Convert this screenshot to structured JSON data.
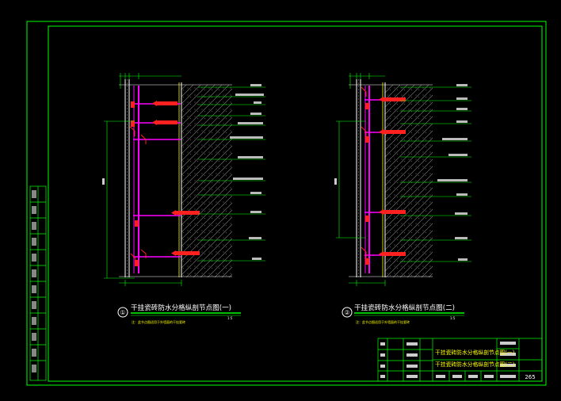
{
  "drawing": {
    "colors": {
      "frame": "#00ff00",
      "background": "#000000",
      "wall": "#ffffff",
      "bracket": "#ff00ff",
      "anchor": "#ff2020",
      "hatch": "#9a9a9a",
      "dimension": "#00ff00",
      "title_text": "#ffffff",
      "annotation": "#ffff00"
    },
    "detail_1": {
      "marker": "①",
      "title": "干挂瓷砖防水分格纵剖节点图(一)",
      "scale": "1:5",
      "note": "注：此节点图适用于外墙面的干挂瓷砖"
    },
    "detail_2": {
      "marker": "②",
      "title": "干挂瓷砖防水分格纵剖节点图(二)",
      "scale": "1:5",
      "note": "注：此节点图适用于外墙面的干挂瓷砖"
    },
    "title_block": {
      "drawing_name_1": "干挂瓷砖防水分格纵剖节点图(一)",
      "drawing_name_2": "干挂瓷砖防水分格纵剖节点图(二)",
      "sheet_number": "265"
    }
  }
}
